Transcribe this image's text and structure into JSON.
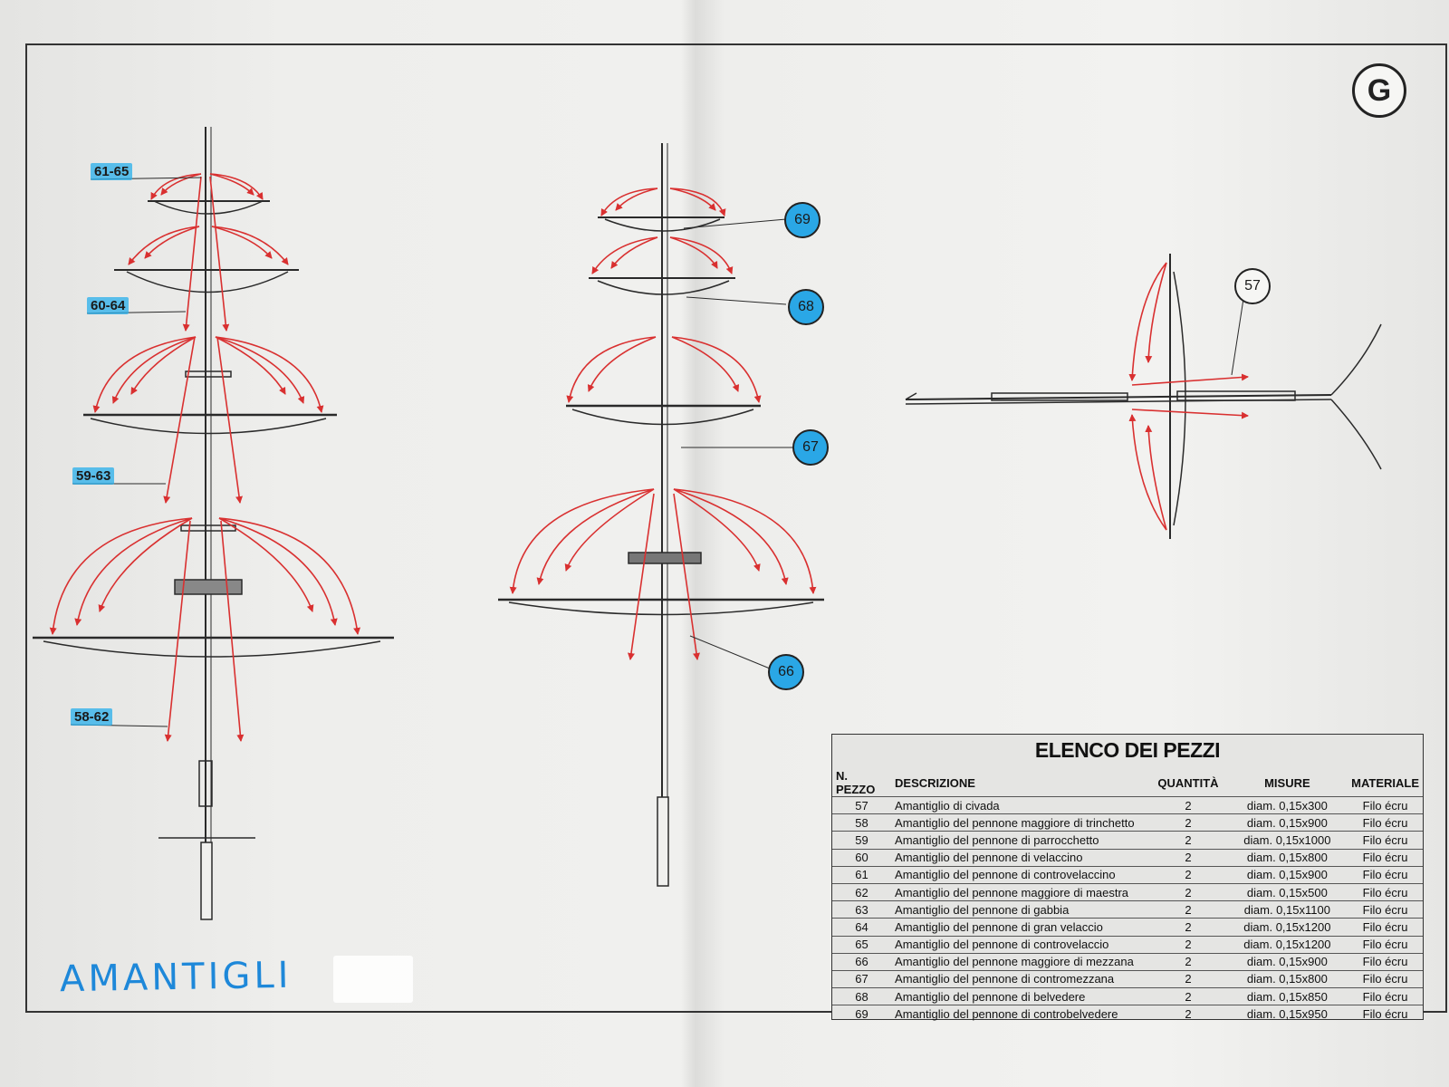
{
  "sheet_badge": "G",
  "handwritten_note": "AMANTIGLI",
  "left_labels": [
    {
      "key": "61-65",
      "text": "61-65"
    },
    {
      "key": "60-64",
      "text": "60-64"
    },
    {
      "key": "59-63",
      "text": "59-63"
    },
    {
      "key": "58-62",
      "text": "58-62"
    }
  ],
  "callouts": [
    {
      "text": "69"
    },
    {
      "text": "68"
    },
    {
      "text": "67"
    },
    {
      "text": "66"
    },
    {
      "text": "57"
    }
  ],
  "parts_table": {
    "title": "ELENCO DEI PEZZI",
    "headers": [
      "N. PEZZO",
      "DESCRIZIONE",
      "QUANTITÀ",
      "MISURE",
      "MATERIALE"
    ],
    "rows": [
      [
        "57",
        "Amantiglio di civada",
        "2",
        "diam. 0,15x300",
        "Filo écru"
      ],
      [
        "58",
        "Amantiglio del pennone maggiore di trinchetto",
        "2",
        "diam. 0,15x900",
        "Filo écru"
      ],
      [
        "59",
        "Amantiglio del pennone di parrocchetto",
        "2",
        "diam. 0,15x1000",
        "Filo écru"
      ],
      [
        "60",
        "Amantiglio del pennone di velaccino",
        "2",
        "diam. 0,15x800",
        "Filo écru"
      ],
      [
        "61",
        "Amantiglio del pennone di controvelaccino",
        "2",
        "diam. 0,15x900",
        "Filo écru"
      ],
      [
        "62",
        "Amantiglio del pennone maggiore di maestra",
        "2",
        "diam. 0,15x500",
        "Filo écru"
      ],
      [
        "63",
        "Amantiglio del pennone di gabbia",
        "2",
        "diam. 0,15x1100",
        "Filo écru"
      ],
      [
        "64",
        "Amantiglio del pennone di gran velaccio",
        "2",
        "diam. 0,15x1200",
        "Filo écru"
      ],
      [
        "65",
        "Amantiglio del pennone di controvelaccio",
        "2",
        "diam. 0,15x1200",
        "Filo écru"
      ],
      [
        "66",
        "Amantiglio del pennone maggiore di mezzana",
        "2",
        "diam. 0,15x900",
        "Filo écru"
      ],
      [
        "67",
        "Amantiglio del pennone di contromezzana",
        "2",
        "diam. 0,15x800",
        "Filo écru"
      ],
      [
        "68",
        "Amantiglio del pennone di belvedere",
        "2",
        "diam. 0,15x850",
        "Filo écru"
      ],
      [
        "69",
        "Amantiglio del pennone di controbelvedere",
        "2",
        "diam. 0,15x950",
        "Filo écru"
      ]
    ]
  },
  "colors": {
    "rigging": "#d93030",
    "highlight": "#2aa7e6",
    "ink": "#2a2a2a"
  }
}
